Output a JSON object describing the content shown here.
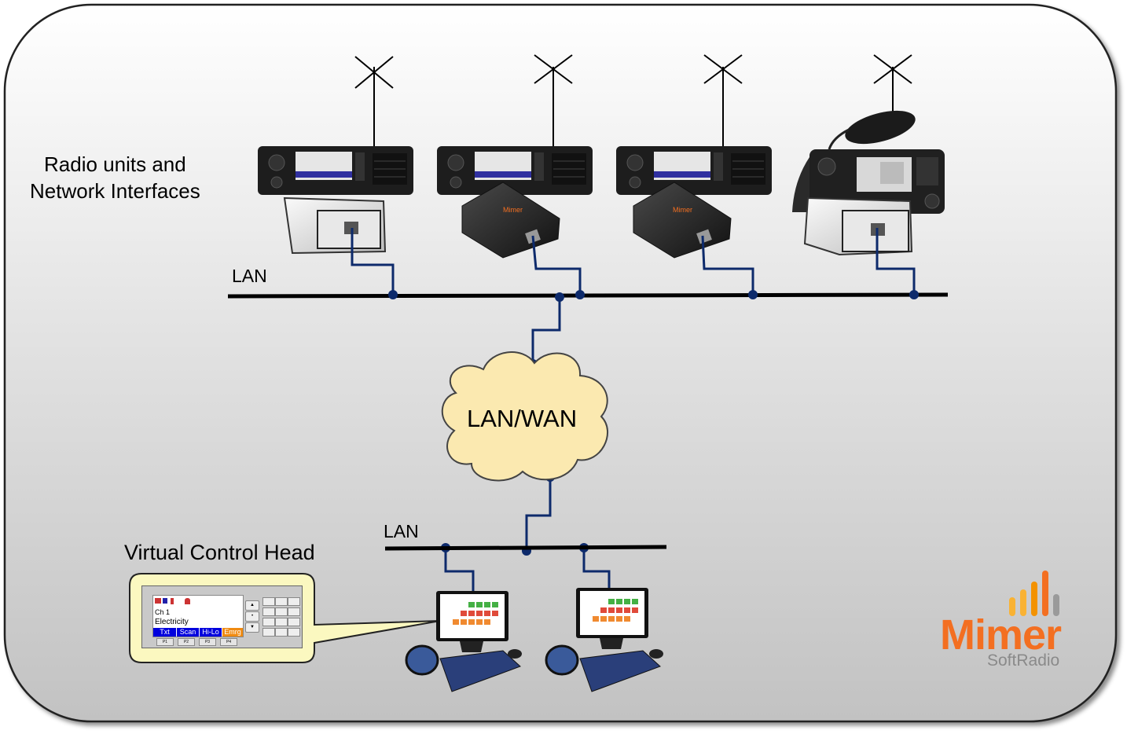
{
  "labels": {
    "radio_heading_line1": "Radio units and",
    "radio_heading_line2": "Network Interfaces",
    "lan_top": "LAN",
    "cloud": "LAN/WAN",
    "lan_bottom": "LAN",
    "virtual_control_head": "Virtual Control Head"
  },
  "control_head": {
    "channel": "Ch 1",
    "name": "Electricity",
    "softkeys": [
      "Txt",
      "Scan",
      "Hi-Lo",
      "Emrg"
    ],
    "function_keys": [
      "P1",
      "P2",
      "P3",
      "P4"
    ]
  },
  "radios": [
    {
      "type": "mobile-radio",
      "interface": "aluminium-box"
    },
    {
      "type": "mobile-radio",
      "interface": "black-box"
    },
    {
      "type": "mobile-radio",
      "interface": "black-box"
    },
    {
      "type": "marine-radio",
      "interface": "aluminium-box"
    }
  ],
  "workstations": 2,
  "brand": {
    "name": "Mimer",
    "sub": "SoftRadio",
    "color": "#f36f21"
  },
  "colors": {
    "link": "#0d2a6b",
    "bus": "#000000",
    "cloud_fill": "#fbe9b0",
    "callout_fill": "#fbf8c0"
  }
}
